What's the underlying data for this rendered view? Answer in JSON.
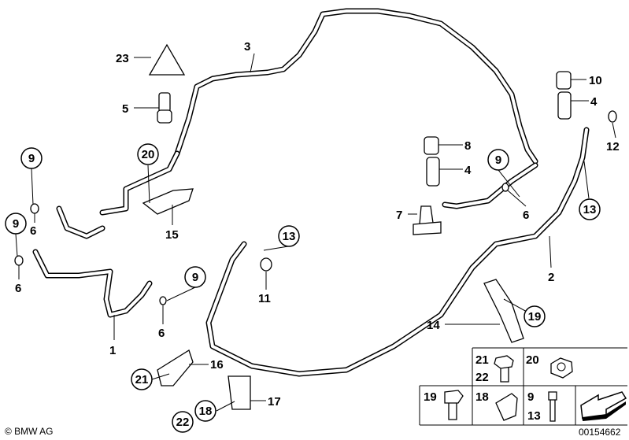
{
  "labels": {
    "p23": "23",
    "p3": "3",
    "p5": "5",
    "p10": "10",
    "p4a": "4",
    "p8": "8",
    "p4b": "4",
    "p12": "12",
    "p7": "7",
    "p6a": "6",
    "p2": "2",
    "p14": "14",
    "p15": "15",
    "p1": "1",
    "p6b": "6",
    "p11": "11",
    "p16": "16",
    "p17": "17",
    "p6c": "6",
    "p6d": "6",
    "c9a": "9",
    "c20": "20",
    "c9b": "9",
    "c13a": "13",
    "c9c": "9",
    "c13b": "13",
    "c9d": "9",
    "c19": "19",
    "c21": "21",
    "c18": "18",
    "c22": "22"
  },
  "parts_table": {
    "cell1": [
      "21",
      "22"
    ],
    "cell2": [
      "20"
    ],
    "cell3": [
      "19"
    ],
    "cell4": [
      "18"
    ],
    "cell5": [
      "9",
      "13"
    ]
  },
  "footer": {
    "copyright": "© BMW AG",
    "diagram_id": "00154662"
  }
}
